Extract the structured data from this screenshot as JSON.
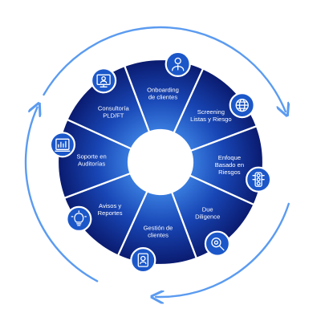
{
  "colors": {
    "ring_inner": "#2f6fd6",
    "ring_outer": "#0a1f7a",
    "divider": "#ffffff",
    "center": "#ffffff",
    "arrow": "#5b9bf0",
    "badge_fill": "#1b57c9",
    "badge_stroke": "#ffffff"
  },
  "segments": [
    {
      "label_lines": [
        "Onboarding",
        "de clientes"
      ],
      "icon": "person-icon"
    },
    {
      "label_lines": [
        "Screening",
        "Listas y Riesgo"
      ],
      "icon": "globe-icon"
    },
    {
      "label_lines": [
        "Enfoque",
        "Basado en",
        "Riesgos"
      ],
      "icon": "traffic-light-icon"
    },
    {
      "label_lines": [
        "Due",
        "Diligence"
      ],
      "icon": "magnifier-gear-icon"
    },
    {
      "label_lines": [
        "Gestión de",
        "clientes"
      ],
      "icon": "client-file-icon"
    },
    {
      "label_lines": [
        "Avisos y",
        "Reportes"
      ],
      "icon": "lightbulb-icon"
    },
    {
      "label_lines": [
        "Soporte en",
        "Auditorías"
      ],
      "icon": "charts-icon"
    },
    {
      "label_lines": [
        "Consultoría",
        "PLD/FT"
      ],
      "icon": "consultant-icon"
    }
  ],
  "cycle_arrows": [
    "arrow-top-right",
    "arrow-bottom",
    "arrow-left"
  ]
}
